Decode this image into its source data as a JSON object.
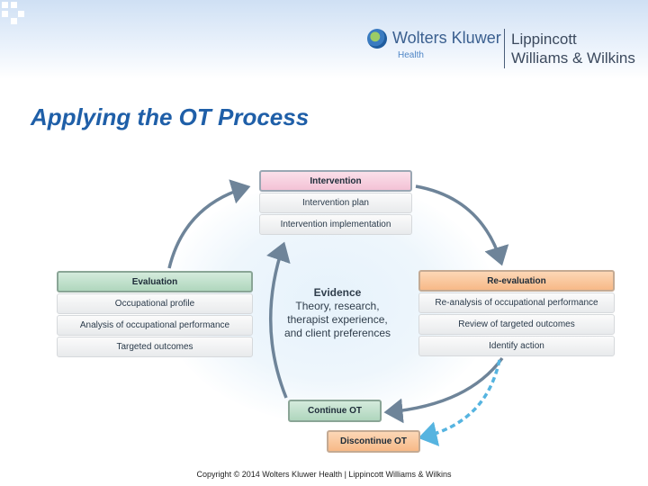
{
  "header": {
    "brand_name": "Wolters Kluwer",
    "brand_sub": "Health",
    "publisher_line1": "Lippincott",
    "publisher_line2": "Williams & Wilkins"
  },
  "title": "Applying the OT Process",
  "diagram": {
    "intervention": {
      "header": "Intervention",
      "items": [
        "Intervention plan",
        "Intervention implementation"
      ]
    },
    "evaluation": {
      "header": "Evaluation",
      "items": [
        "Occupational profile",
        "Analysis of occupational performance",
        "Targeted outcomes"
      ]
    },
    "reevaluation": {
      "header": "Re-evaluation",
      "items": [
        "Re-analysis of occupational performance",
        "Review of targeted outcomes",
        "Identify action"
      ]
    },
    "evidence": {
      "title": "Evidence",
      "lines": [
        "Theory, research,",
        "therapist experience,",
        "and client preferences"
      ]
    },
    "continue": "Continue OT",
    "discontinue": "Discontinue OT"
  },
  "footer": {
    "copyright": "Copyright © 2014 Wolters Kluwer Health | Lippincott Williams & Wilkins"
  },
  "colors": {
    "title": "#1f5fa8",
    "arrow": "#6e8499",
    "dashed_arrow": "#56b4e0",
    "intervention_header": "#f3c2d6",
    "evaluation_header": "#afd6bd",
    "reevaluation_header": "#f7b987"
  }
}
